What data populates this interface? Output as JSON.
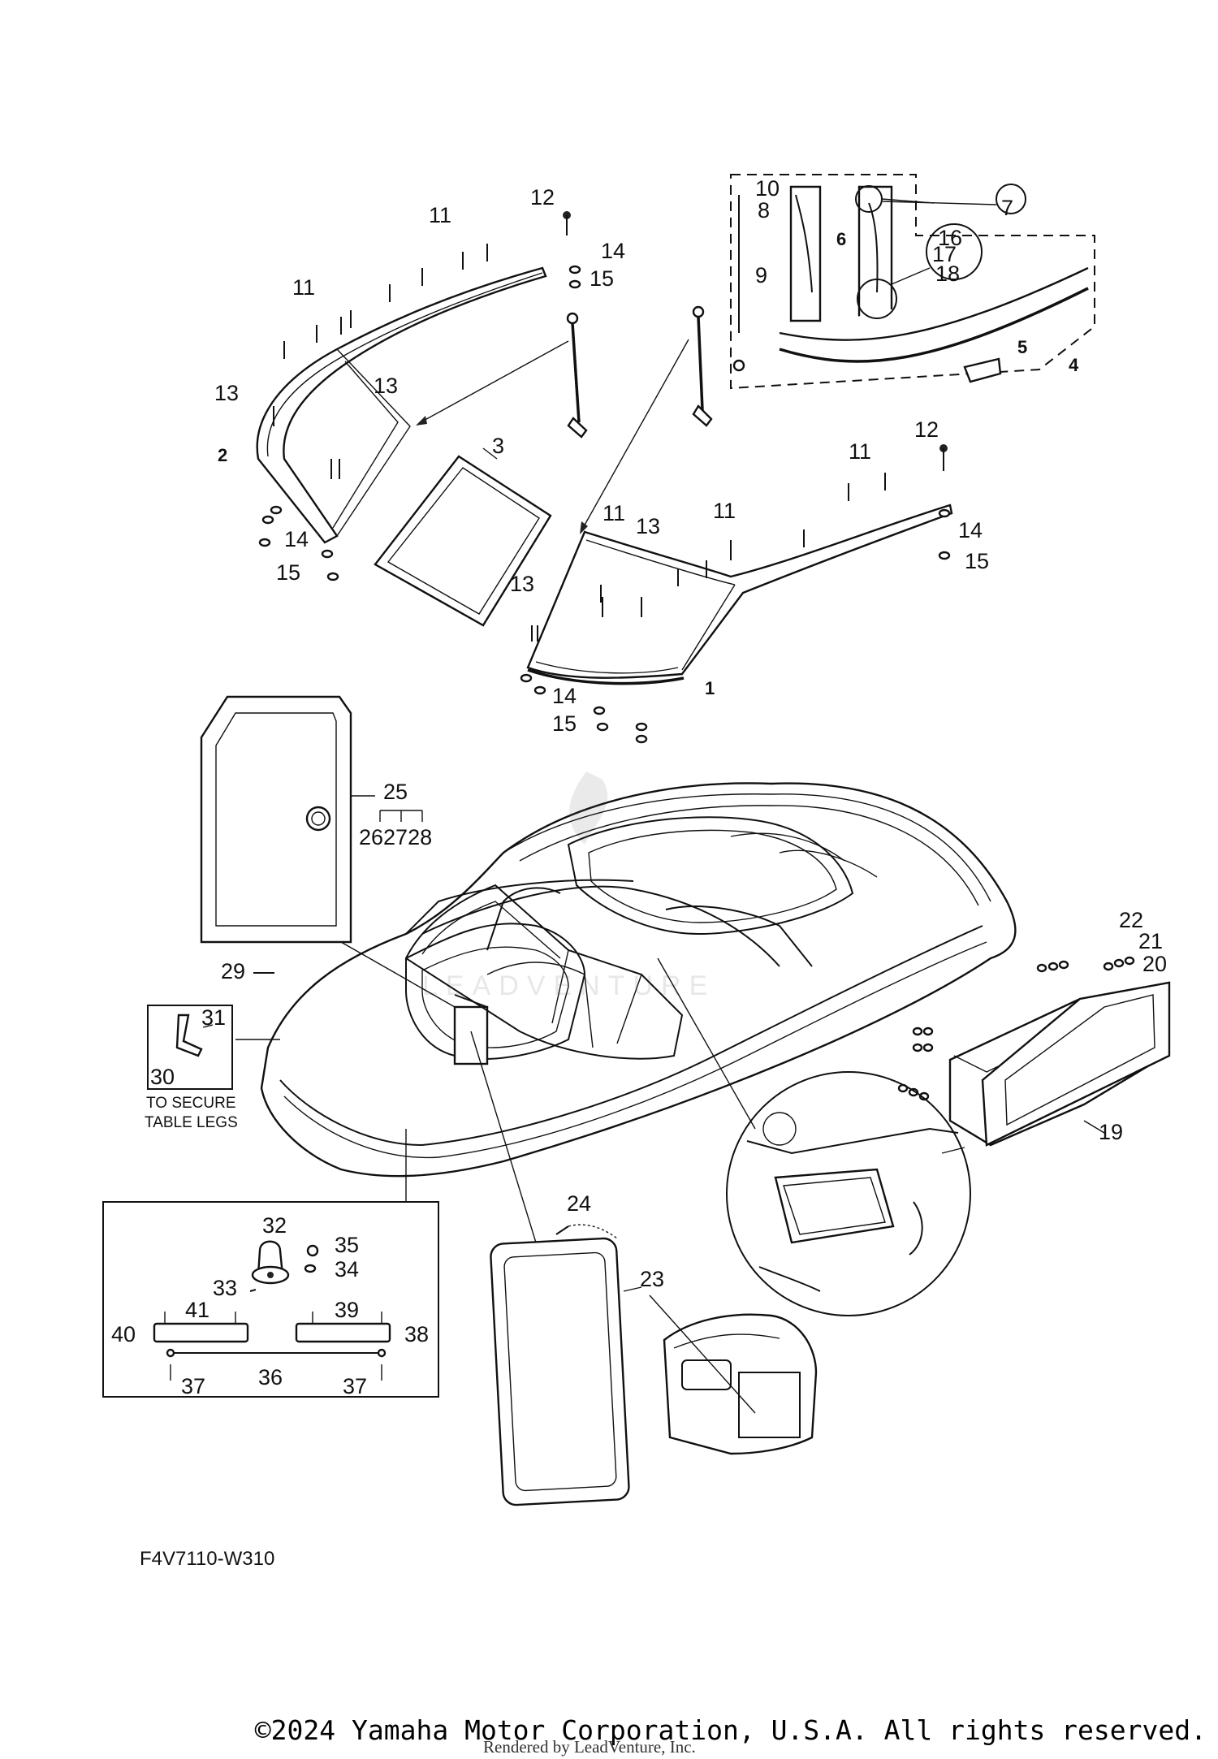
{
  "diagram_code": "F4V7110-W310",
  "copyright": "©2024 Yamaha Motor Corporation, U.S.A. All rights reserved.",
  "rendered_by": "Rendered by LeadVenture, Inc.",
  "callouts": {
    "c1": "1",
    "c2": "2",
    "c3": "3",
    "c4": "4",
    "c5": "5",
    "c6": "6",
    "c7": "7",
    "c8": "8",
    "c9": "9",
    "c10": "10",
    "c11": "11",
    "c12": "12",
    "c13": "13",
    "c14": "14",
    "c15": "15",
    "c16": "16",
    "c17": "17",
    "c18": "18",
    "c19": "19",
    "c20": "20",
    "c21": "21",
    "c22": "22",
    "c23": "23",
    "c24": "24",
    "c25": "25",
    "c26_28": "262728",
    "c29": "29",
    "c30": "30",
    "c31": "31",
    "c32": "32",
    "c33": "33",
    "c34": "34",
    "c35": "35",
    "c36": "36",
    "c37": "37",
    "c38": "38",
    "c39": "39",
    "c40": "40",
    "c41": "41"
  },
  "note_line1": "TO SECURE",
  "note_line2": "TABLE LEGS"
}
